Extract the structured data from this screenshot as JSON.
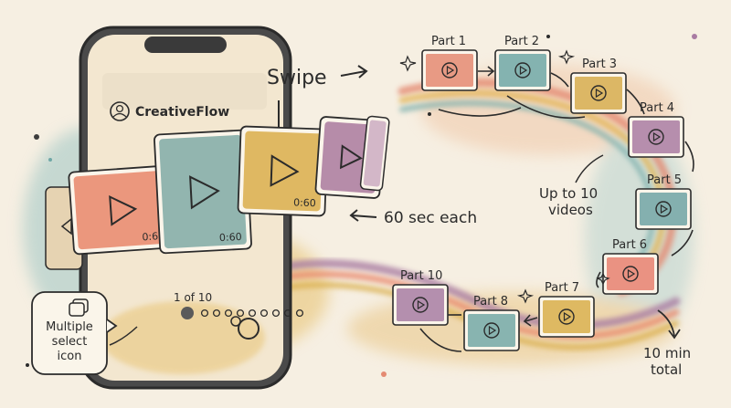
{
  "app_name": "CreativeFlow",
  "swipe_label": "Swipe",
  "duration_label": "60 sec each",
  "max_videos_label": [
    "Up to 10",
    "videos"
  ],
  "total_label": [
    "10 min",
    "total"
  ],
  "multiple_select_label": [
    "Multiple",
    "select",
    "icon"
  ],
  "carousel_counter": "1 of 10",
  "carousel_cards": [
    {
      "duration": "0:60",
      "color": "#e8866a"
    },
    {
      "duration": "0:60",
      "color": "#7fa9a4"
    },
    {
      "duration": "0:60",
      "color": "#d9ad4a"
    },
    {
      "duration": "",
      "color": "#a9799d"
    }
  ],
  "parts": [
    {
      "label": "Part 1",
      "color": "#e48a72"
    },
    {
      "label": "Part 2",
      "color": "#6fa7a6"
    },
    {
      "label": "Part 3",
      "color": "#d6ab4d"
    },
    {
      "label": "Part 4",
      "color": "#a97ba2"
    },
    {
      "label": "Part 5",
      "color": "#6ea3a5"
    },
    {
      "label": "Part 6",
      "color": "#e68070"
    },
    {
      "label": "Part 7",
      "color": "#d8ae4a"
    },
    {
      "label": "Part 8",
      "color": "#73a8a6"
    },
    {
      "label": "Part 10",
      "color": "#a77da3"
    }
  ],
  "colors": {
    "paper": "#f6efe2",
    "ink": "#2b2b2b",
    "phone_screen": "#f3e7d0"
  }
}
